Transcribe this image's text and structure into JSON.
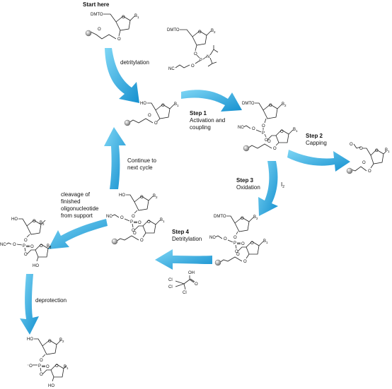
{
  "labels": {
    "start": "Start here",
    "detritylation": "detritylation",
    "step1_title": "Step 1",
    "step1_l1": "Activation and",
    "step1_l2": "coupling",
    "step2_title": "Step 2",
    "step2_l1": "Capping",
    "step3_title": "Step 3",
    "step3_l1": "Oxidation",
    "step3_reagent": "I",
    "step3_reagent_sub": "2",
    "step4_title": "Step 4",
    "step4_l1": "Detritylation",
    "continue_l1": "Continue to",
    "continue_l2": "next cycle",
    "cleavage_l1": "cleavage of",
    "cleavage_l2": "finished",
    "cleavage_l3": "oligonucleotide",
    "cleavage_l4": "from support",
    "deprotection": "deprotection"
  },
  "atoms": {
    "dmto": "DMTO",
    "ho": "HO",
    "oh": "OH",
    "o": "O",
    "p": "P",
    "n": "N",
    "nc": "NC",
    "cl": "Cl",
    "b1": "B",
    "b2": "B",
    "sub1": "1",
    "sub2": "2",
    "minus_o": "⁻O"
  },
  "colors": {
    "arrow_light": "#5ec8ef",
    "arrow_dark": "#1590cf",
    "bead_light": "#e8e8e8",
    "bead_dark": "#7a7a7a"
  }
}
